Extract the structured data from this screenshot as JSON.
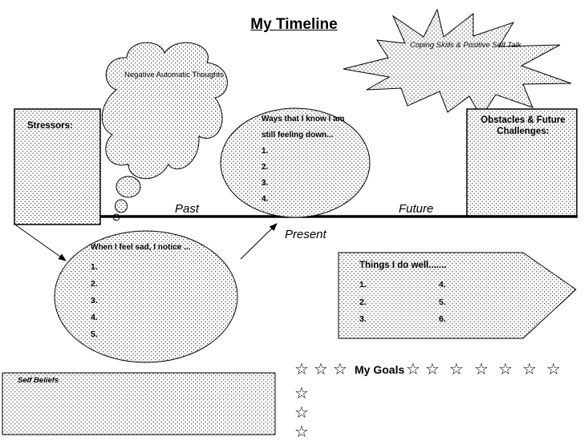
{
  "title": "My Timeline",
  "coping": "Coping Skills & Positive Self Talk",
  "negative_thoughts": "Negative Automatic Thoughts",
  "stressors": "Stressors:",
  "obstacles": [
    "Obstacles & Future",
    "Challenges:"
  ],
  "ways_oval": {
    "lines": [
      "Ways that I know I am",
      "still feeling down..."
    ],
    "items": [
      "1.",
      "2.",
      "3.",
      "4."
    ]
  },
  "timeline": {
    "past": "Past",
    "future": "Future",
    "present": "Present"
  },
  "sad_oval": {
    "heading": "When I feel sad, I notice ...",
    "items": [
      "1.",
      "2.",
      "3.",
      "4.",
      "5."
    ]
  },
  "things_well": {
    "heading": "Things I do well.......",
    "left": [
      "1.",
      "2.",
      "3."
    ],
    "right": [
      "4.",
      "5.",
      "6."
    ]
  },
  "self_beliefs": "Self Beliefs",
  "goals": {
    "label": "My Goals",
    "star_glyph": "☆"
  },
  "colors": {
    "stroke": "#000000",
    "fill": "#ffffff",
    "dot": "#4a4a4a"
  }
}
